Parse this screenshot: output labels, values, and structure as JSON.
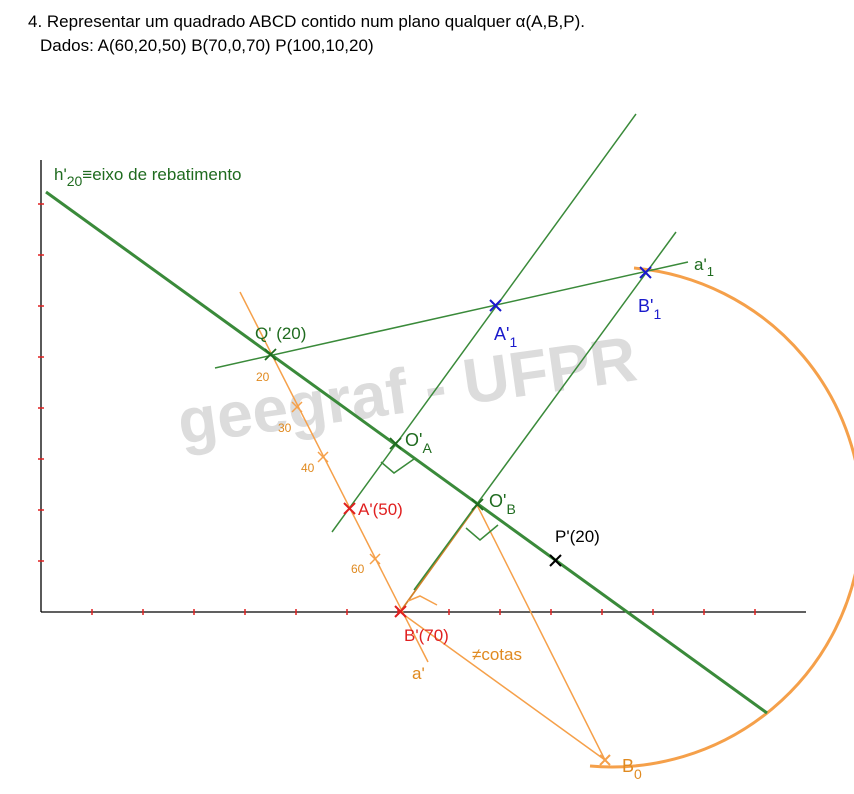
{
  "problem": {
    "title": "4. Representar um quadrado ABCD contido num plano qualquer α(A,B,P).",
    "data_line": "Dados: A(60,20,50)  B(70,0,70)  P(100,10,20)"
  },
  "watermark": "geegraf - UFPR",
  "colors": {
    "green": "#3a8a3a",
    "green_text": "#1f6b1f",
    "orange": "#f5a04a",
    "orange_text": "#e08a20",
    "red": "#e02020",
    "blue": "#1a1acc",
    "black": "#000000",
    "watermark": "#d9d9d9"
  },
  "labels": {
    "h_main": "h'",
    "h_sub": "20",
    "h_rest": "≡eixo de rebatimento",
    "a1_main": "a'",
    "a1_sub": "1",
    "b1_main": "B'",
    "b1_sub": "1",
    "A1_main": "A'",
    "A1_sub": "1",
    "Q": "Q' (20)",
    "OA_main": "O'",
    "OA_sub": "A",
    "OB_main": "O'",
    "OB_sub": "B",
    "A": "A'(50)",
    "B": "B'(70)",
    "P": "P'(20)",
    "a_prime": "a'",
    "neq_cotas": "≠cotas",
    "B0_main": "B",
    "B0_sub": "0",
    "tick_20": "20",
    "tick_30": "30",
    "tick_40": "40",
    "tick_60": "60"
  }
}
